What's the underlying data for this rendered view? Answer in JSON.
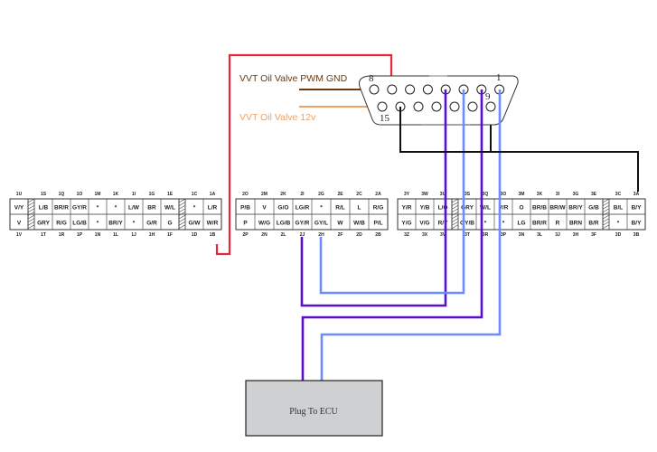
{
  "colors": {
    "red_wire": "#e8273a",
    "brown_wire": "#6b3a10",
    "orange_wire": "#f0a060",
    "purple_wire": "#5a10c8",
    "blue_wire": "#6c8cff",
    "black_wire": "#111111",
    "ecu_box_fill": "#cfd0d2",
    "brown_label": "#6b3a10",
    "orange_label": "#f0a060"
  },
  "dsub_connector": {
    "pin_number_labels": {
      "top_left": "8",
      "top_right": "1",
      "bottom_left": "15",
      "bottom_right": "9"
    },
    "top_row_pins": 8,
    "bottom_row_pins": 7
  },
  "labels": {
    "pwm_gnd": "VVT Oil Valve PWM GND",
    "v12": "VVT Oil Valve 12v",
    "ecu_plug": "Plug To ECU"
  },
  "connectors": [
    {
      "id": "connector-1",
      "top_pins": [
        "1U",
        "1S",
        "1Q",
        "1O",
        "1M",
        "1K",
        "1I",
        "1G",
        "1E",
        "1C",
        "1A"
      ],
      "bottom_pins": [
        "1V",
        "1T",
        "1R",
        "1P",
        "1N",
        "1L",
        "1J",
        "1H",
        "1F",
        "1D",
        "1B"
      ],
      "top_row": [
        "V/Y",
        "L/B",
        "BR/R",
        "GY/R",
        "*",
        "*",
        "L/W",
        "BR",
        "W/L",
        "*",
        "L/R"
      ],
      "bottom_row": [
        "V",
        "GRY",
        "R/G",
        "LG/B",
        "*",
        "BR/Y",
        "*",
        "G/R",
        "G",
        "G/W",
        "W/R"
      ],
      "key_after": [
        0,
        8
      ]
    },
    {
      "id": "connector-2",
      "top_pins": [
        "2O",
        "2M",
        "2K",
        "2I",
        "2G",
        "2E",
        "2C",
        "2A"
      ],
      "bottom_pins": [
        "2P",
        "2N",
        "2L",
        "2J",
        "2H",
        "2F",
        "2D",
        "2B"
      ],
      "top_row": [
        "P/B",
        "V",
        "G/O",
        "LG/R",
        "*",
        "R/L",
        "L",
        "R/G"
      ],
      "bottom_row": [
        "P",
        "W/G",
        "LG/B",
        "GY/R",
        "GY/L",
        "W",
        "W/B",
        "P/L"
      ],
      "key_after": []
    },
    {
      "id": "connector-3",
      "top_pins": [
        "3Y",
        "3W",
        "3U",
        "3S",
        "3Q",
        "3O",
        "3M",
        "3K",
        "3I",
        "3G",
        "3E",
        "3C",
        "3A"
      ],
      "bottom_pins": [
        "3Z",
        "3X",
        "3V",
        "3T",
        "3R",
        "3P",
        "3N",
        "3L",
        "3J",
        "3H",
        "3F",
        "3D",
        "3B"
      ],
      "top_row": [
        "Y/R",
        "Y/B",
        "L/O",
        "GRY",
        "W/L",
        "V/R",
        "O",
        "BR/B",
        "BR/W",
        "BR/Y",
        "G/B",
        "B/L",
        "B/Y"
      ],
      "bottom_row": [
        "Y/G",
        "V/G",
        "R/Y",
        "GY/B",
        "*",
        "*",
        "LG",
        "BR/R",
        "R",
        "BRN",
        "B/R",
        "*",
        "B/Y"
      ],
      "key_after": [
        2,
        10
      ]
    }
  ]
}
